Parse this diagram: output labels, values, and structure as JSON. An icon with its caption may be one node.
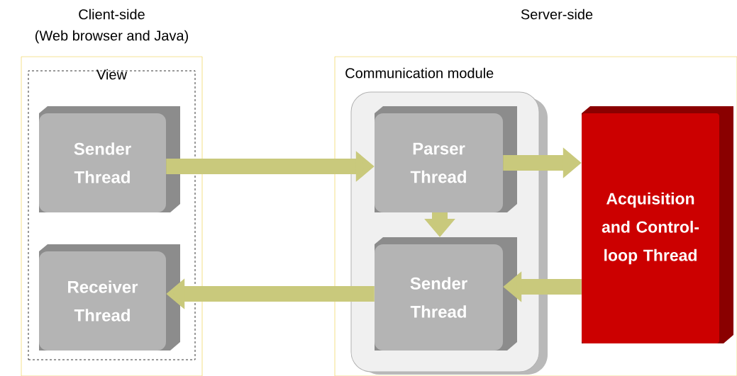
{
  "diagram": {
    "nodes": [
      {
        "text": [
          "Client-side",
          "(Web browser and Java)"
        ]
      },
      {
        "text": [
          "View"
        ],
        "in": 0
      },
      {
        "text": [
          "Sender Thread"
        ],
        "in": 1
      },
      {
        "text": [
          "Receiver Thread"
        ],
        "in": 1
      },
      {
        "text": [
          "Server-side"
        ]
      },
      {
        "text": [
          "Communication module"
        ],
        "in": 4
      },
      {
        "text": [
          "Parser Thread"
        ],
        "in": 5
      },
      {
        "text": [
          "Sender Thread"
        ],
        "in": 5
      },
      {
        "text": [
          "Acquisition and Control-loop Thread"
        ],
        "in": 4
      }
    ],
    "edges": [
      {
        "from": 2,
        "to": 6,
        "arrow": "to"
      },
      {
        "from": 6,
        "to": 8,
        "arrow": "to"
      },
      {
        "from": 6,
        "to": 7,
        "arrow": "to"
      },
      {
        "from": 8,
        "to": 7,
        "arrow": "to"
      },
      {
        "from": 7,
        "to": 3,
        "arrow": "to"
      }
    ]
  }
}
